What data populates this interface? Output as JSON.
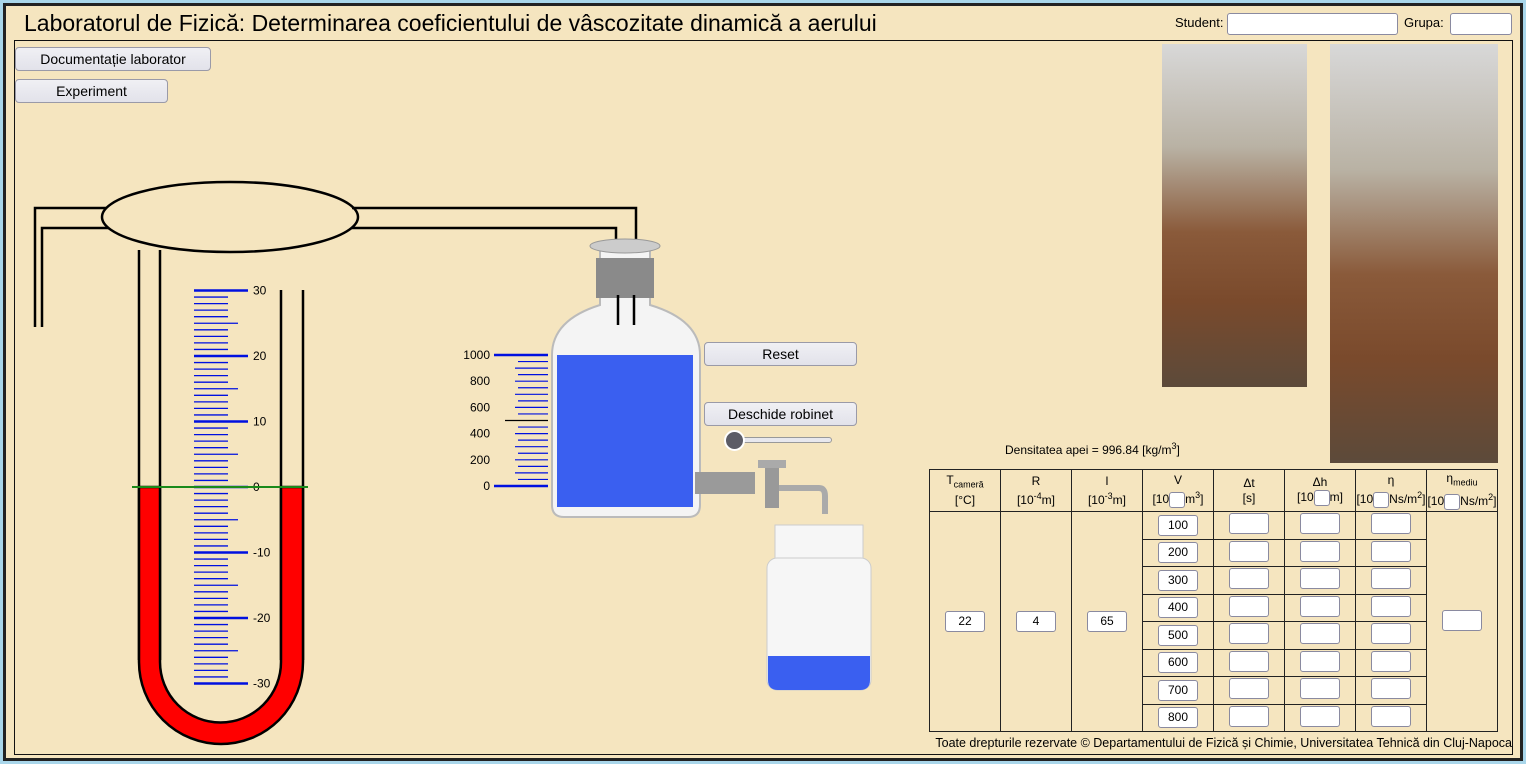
{
  "title": "Laboratorul de Fizică: Determinarea coeficientului de vâscozitate dinamică a aerului",
  "student": {
    "label": "Student:",
    "value": ""
  },
  "grupa": {
    "label": "Grupa:",
    "value": ""
  },
  "buttons": {
    "doc": "Documentație laborator",
    "experiment": "Experiment",
    "reset": "Reset",
    "open_tap": "Deschide robinet"
  },
  "slider": {
    "value": 0
  },
  "manometer": {
    "ticks": [
      "30",
      "20",
      "10",
      "0",
      "-10",
      "-20",
      "-30"
    ],
    "level": 0,
    "liquid_color": "#ff0000"
  },
  "bottle": {
    "ticks": [
      "1000",
      "800",
      "600",
      "400",
      "200",
      "0"
    ],
    "volume": 1000,
    "water_color": "#3a5ff0"
  },
  "density": {
    "text": "Densitatea apei = 996.84 [kg/m",
    "sup": "3",
    "close": "]"
  },
  "table": {
    "headers": [
      {
        "name": "T",
        "sub": "cameră",
        "unit": "[°C]"
      },
      {
        "name": "R",
        "unit_pre": "[10",
        "exp": "-4",
        "unit_post": "m]"
      },
      {
        "name": "l",
        "unit_pre": "[10",
        "exp": "-3",
        "unit_post": "m]"
      },
      {
        "name": "V",
        "unit_pre": "[10",
        "unit_post": "m",
        "exp2": "3",
        "close": "]"
      },
      {
        "name": "Δt",
        "unit": "[s]"
      },
      {
        "name": "Δh",
        "unit_pre": "[10",
        "unit_post": "m]"
      },
      {
        "name": "η",
        "unit_pre": "[10",
        "unit_post": "Ns/m",
        "exp2": "2",
        "close": "]"
      },
      {
        "name": "η",
        "sub": "mediu",
        "unit_pre": "[10",
        "unit_post": "Ns/m",
        "exp2": "2",
        "close": "]"
      }
    ],
    "t_camera": "22",
    "R": "4",
    "l": "65",
    "volumes": [
      "100",
      "200",
      "300",
      "400",
      "500",
      "600",
      "700",
      "800"
    ]
  },
  "footer": "Toate drepturile rezervate © Departamentului de Fizică și Chimie, Universitatea Tehnică din Cluj-Napoca"
}
